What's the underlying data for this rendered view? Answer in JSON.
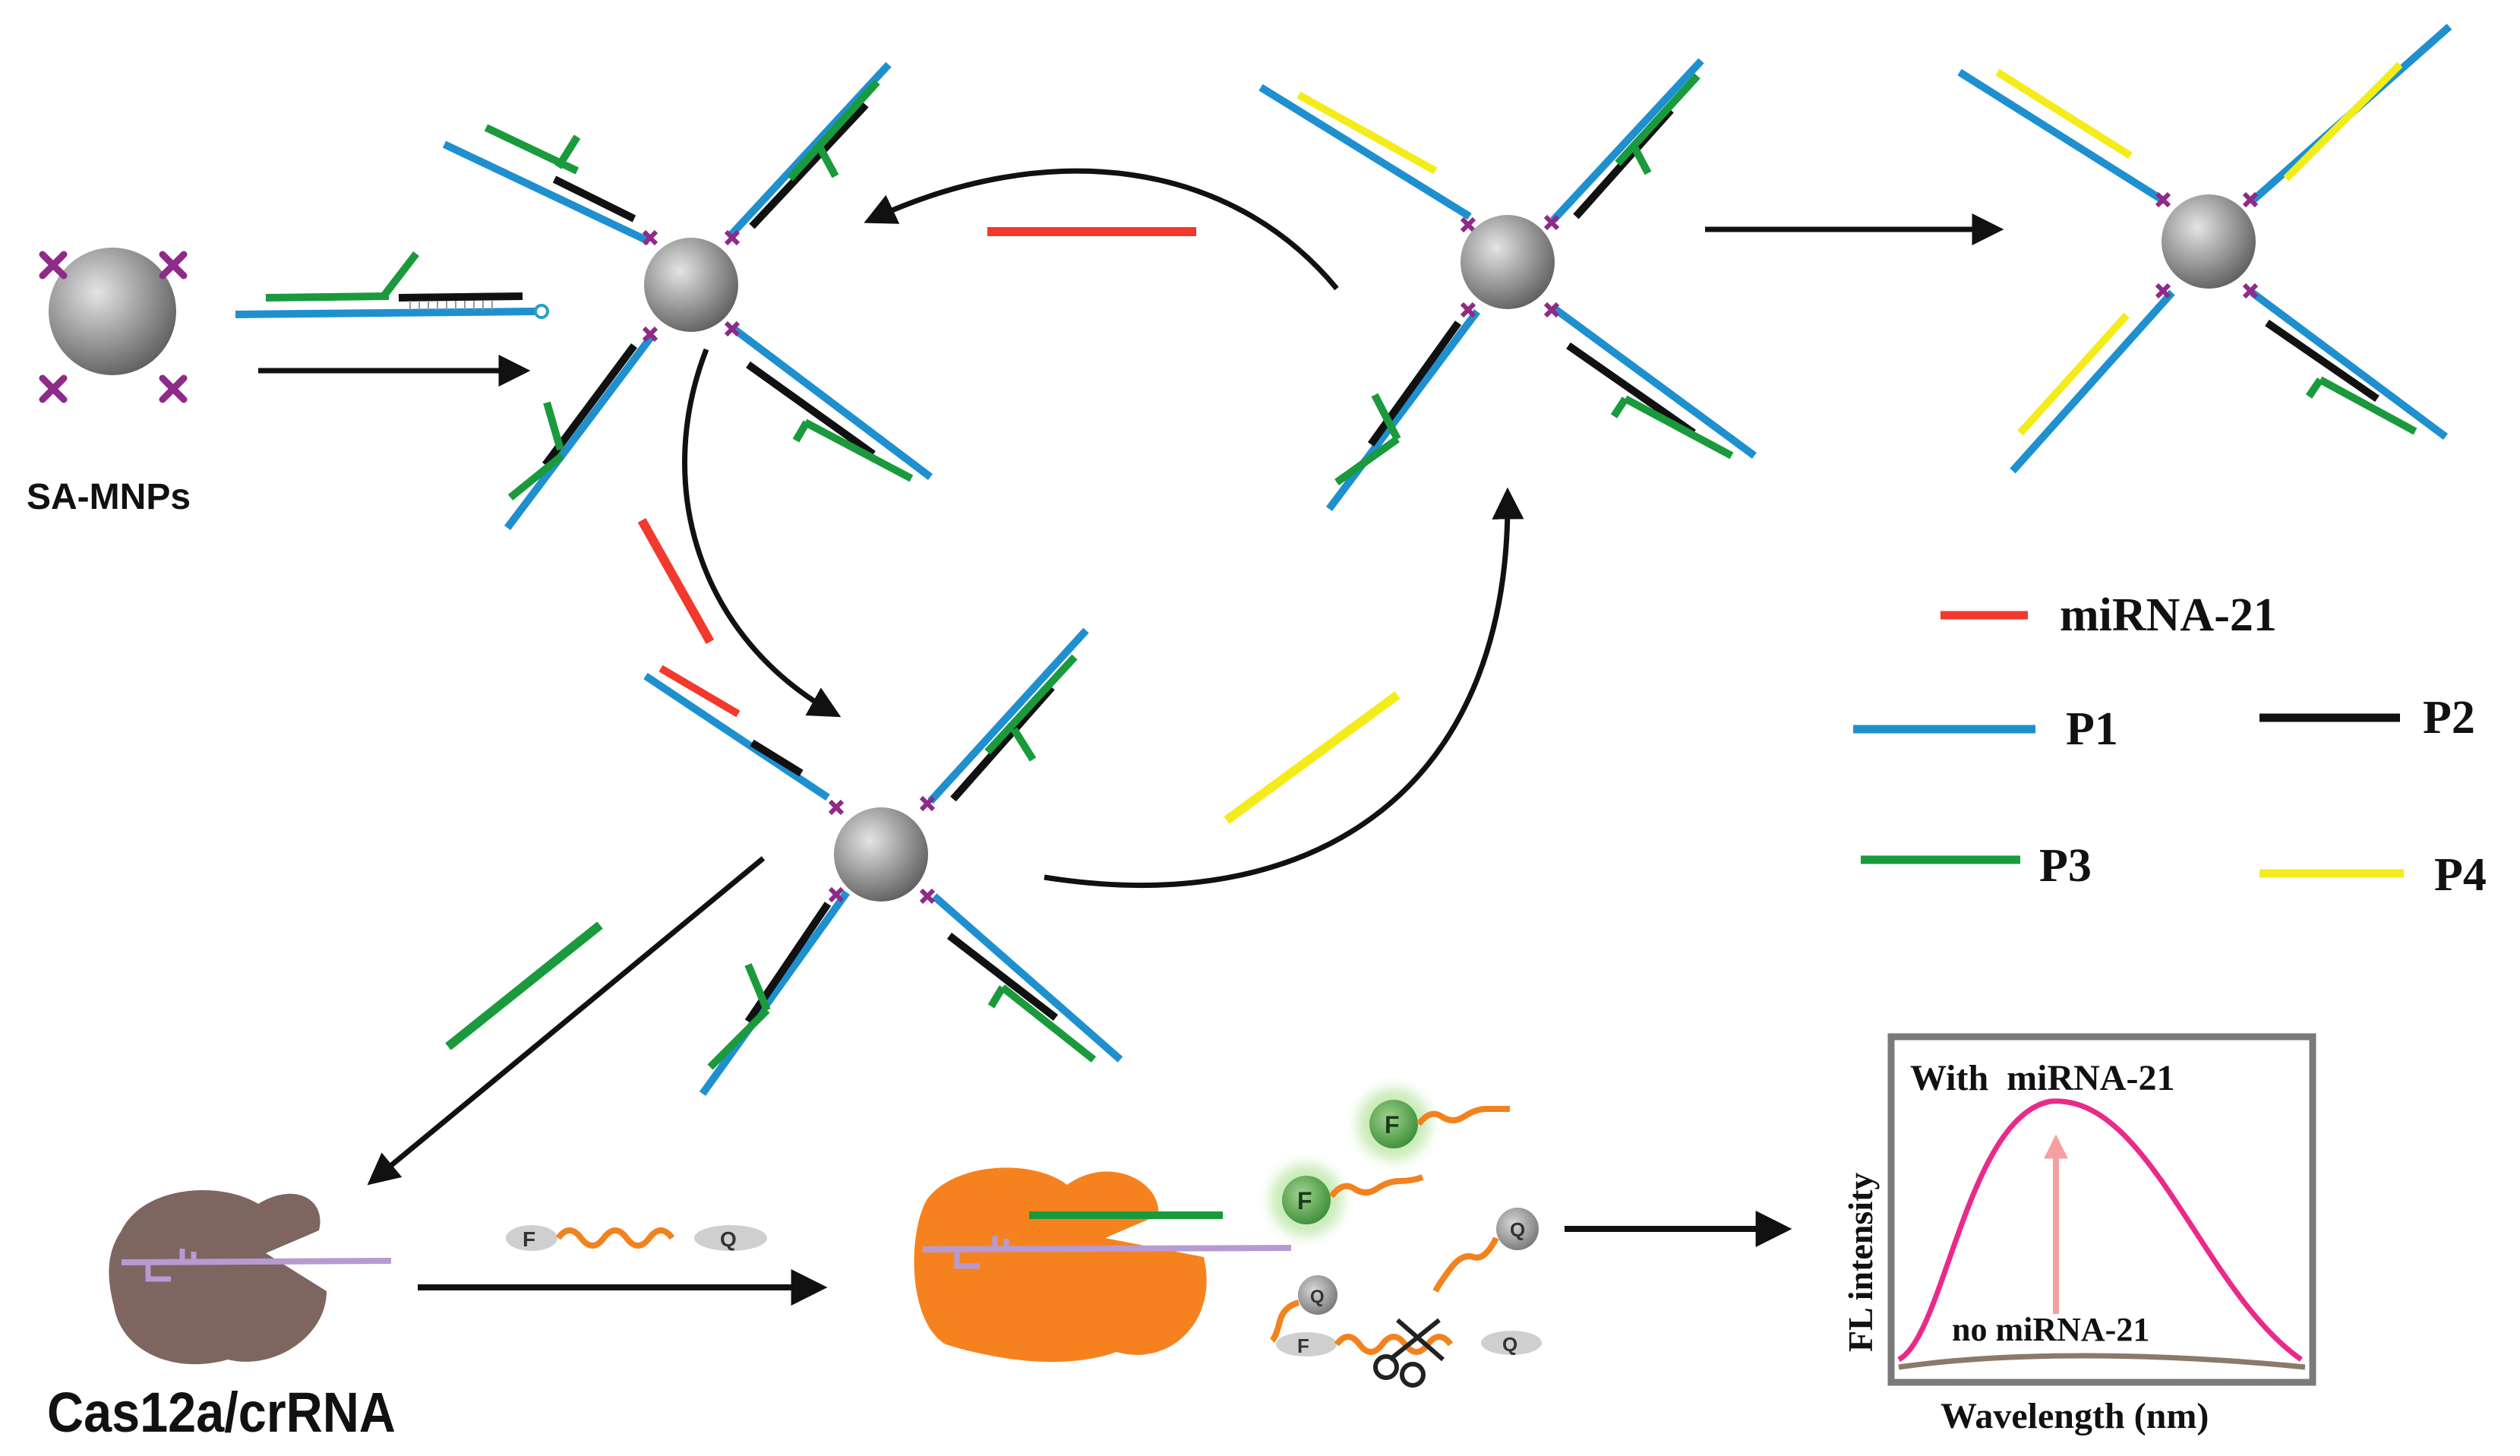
{
  "labels": {
    "sa_mnps": "SA-MNPs",
    "cas12a": "Cas12a/crRNA"
  },
  "legend": [
    {
      "key": "miRNA-21",
      "label": "miRNA-21",
      "color": "#f13a2d"
    },
    {
      "key": "P1",
      "label": "P1",
      "color": "#1e90cf"
    },
    {
      "key": "P2",
      "label": "P2",
      "color": "#111111"
    },
    {
      "key": "P3",
      "label": "P3",
      "color": "#1a9a3c"
    },
    {
      "key": "P4",
      "label": "P4",
      "color": "#f4ec1a"
    }
  ],
  "reporter": {
    "fluorophore": "F",
    "quencher": "Q"
  },
  "plot": {
    "title": "With  miRNA-21",
    "xlabel": "Wavelength (nm)",
    "ylabel": "FL intensity",
    "baseline_label": "no miRNA-21",
    "signal_color": "#ea2a8a",
    "baseline_color": "#8a7a6a"
  },
  "colors": {
    "mnp": "#8a8a8a",
    "streptavidin_mark": "#8e2a88",
    "cas12a_inactive": "#7e6560",
    "cas12a_active": "#f6821f",
    "crRNA": "#b79ad1",
    "reporter_strand": "#f2821d",
    "fluorophore_bead": "#4fa34a",
    "quencher_bead": "#9a9a9a"
  }
}
